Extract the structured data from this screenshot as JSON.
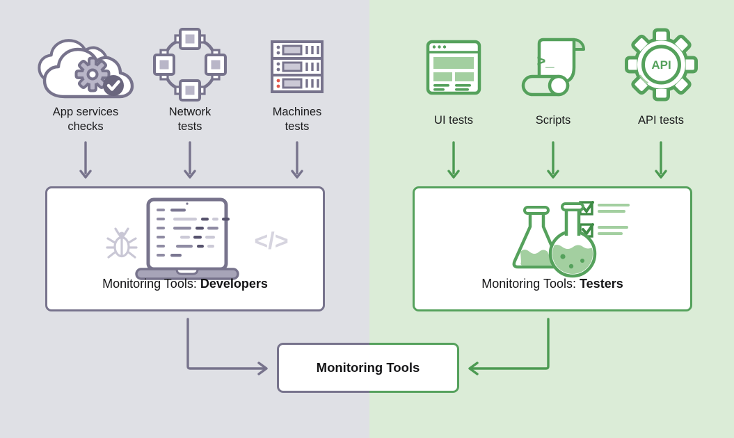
{
  "diagram": {
    "type": "flow",
    "left_panel": {
      "role": "developers",
      "bg_color": "#dfe0e5",
      "accent_color": "#77738c",
      "sources": [
        {
          "id": "app-services-checks",
          "lines": [
            "App services",
            "checks"
          ],
          "icon": "cloud-gear-check-icon"
        },
        {
          "id": "network-tests",
          "lines": [
            "Network",
            "tests"
          ],
          "icon": "network-nodes-icon"
        },
        {
          "id": "machines-tests",
          "lines": [
            "Machines",
            "tests"
          ],
          "icon": "server-stack-icon"
        }
      ],
      "box": {
        "prefix": "Monitoring Tools: ",
        "emphasis": "Developers",
        "icons": [
          "bug-icon",
          "laptop-code-icon",
          "code-brackets-icon"
        ]
      }
    },
    "right_panel": {
      "role": "testers",
      "bg_color": "#dbecd7",
      "accent_color": "#55a15c",
      "sources": [
        {
          "id": "ui-tests",
          "lines": [
            "UI tests"
          ],
          "icon": "browser-window-icon"
        },
        {
          "id": "scripts",
          "lines": [
            "Scripts"
          ],
          "icon": "script-scroll-icon"
        },
        {
          "id": "api-tests",
          "lines": [
            "API tests"
          ],
          "icon": "api-gear-icon"
        }
      ],
      "box": {
        "prefix": "Monitoring Tools: ",
        "emphasis": "Testers",
        "icons": [
          "flasks-icon",
          "checklist-icon"
        ]
      }
    },
    "final_box": {
      "label": "Monitoring Tools"
    }
  },
  "icon_text": {
    "api": "API",
    "prompt": ">_",
    "code": "</>"
  },
  "status_colors": {
    "ok_dot": "#77738c",
    "alert_dot": "#e2574b"
  }
}
